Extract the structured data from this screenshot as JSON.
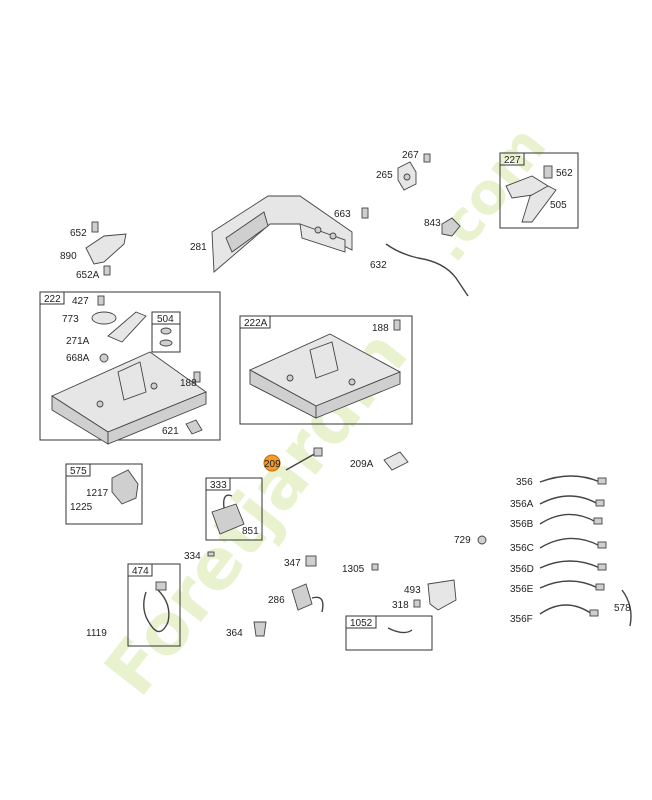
{
  "watermark": {
    "brand": "Foretjardin",
    "domain": ".com",
    "color": "#e9f2cf"
  },
  "highlight_color": "#f39a2a",
  "groups": {
    "g222": "222",
    "g222A": "222A",
    "g227": "227",
    "g504": "504",
    "g575": "575",
    "g333": "333",
    "g474": "474",
    "g1052": "1052"
  },
  "labels": {
    "p267": "267",
    "p265": "265",
    "p663": "663",
    "p843": "843",
    "p632": "632",
    "p281": "281",
    "p652": "652",
    "p890": "890",
    "p652A": "652A",
    "p562": "562",
    "p505": "505",
    "p427": "427",
    "p773": "773",
    "p271A": "271A",
    "p668A": "668A",
    "p188a": "188",
    "p621": "621",
    "p188b": "188",
    "p209": "209",
    "p209A": "209A",
    "p1217": "1217",
    "p1225": "1225",
    "p851": "851",
    "p334": "334",
    "p347": "347",
    "p1305": "1305",
    "p729": "729",
    "p493": "493",
    "p318": "318",
    "p286": "286",
    "p364": "364",
    "p1119": "1119",
    "p356": "356",
    "p356A": "356A",
    "p356B": "356B",
    "p356C": "356C",
    "p356D": "356D",
    "p356E": "356E",
    "p356F": "356F",
    "p578": "578"
  }
}
